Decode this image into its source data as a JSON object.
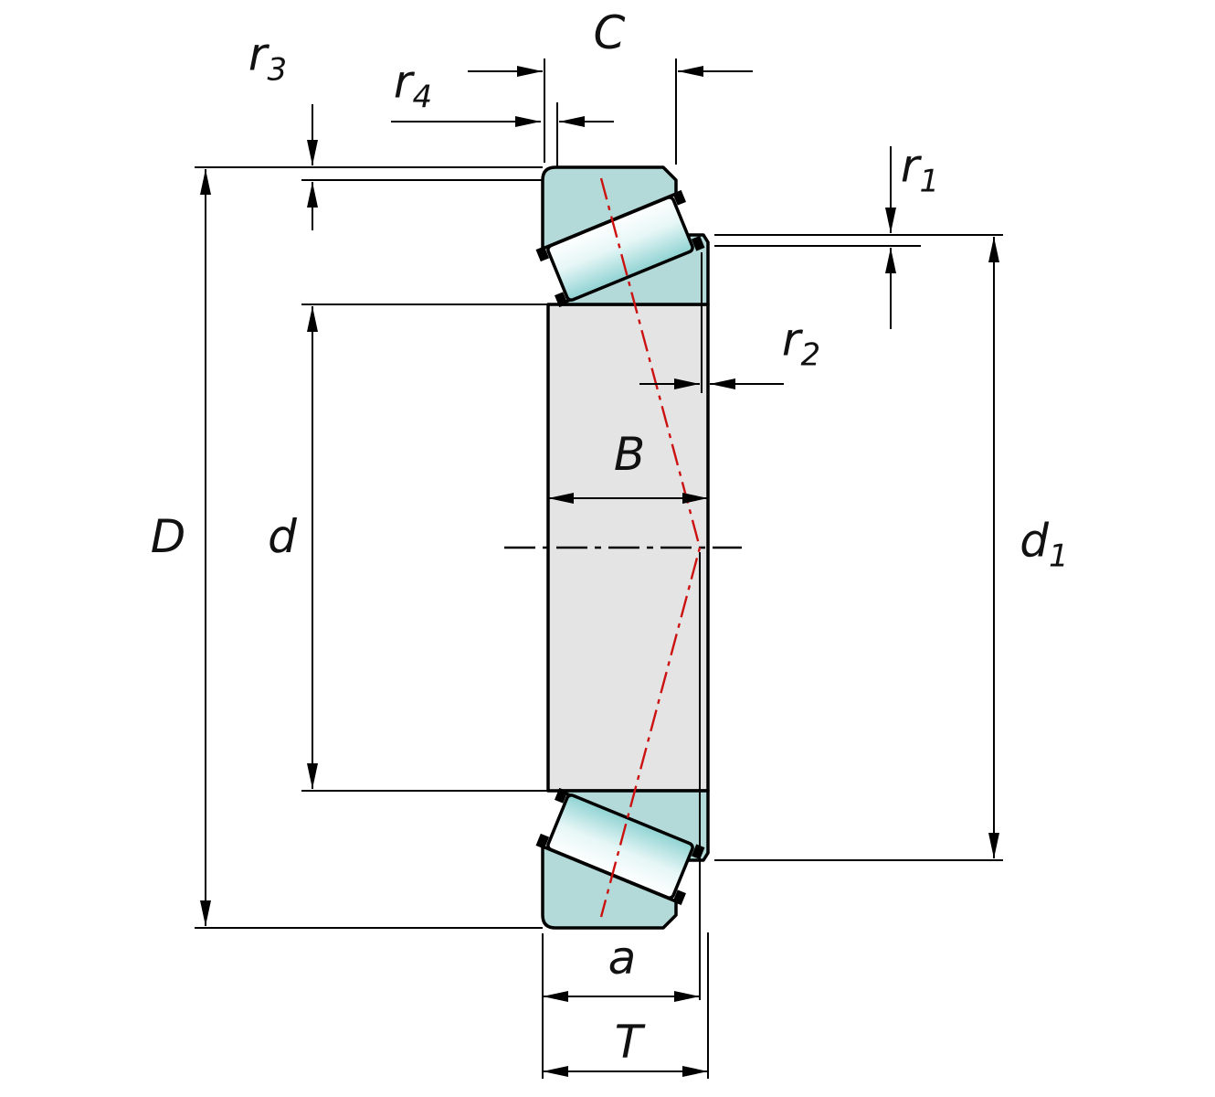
{
  "drawing": {
    "labels": {
      "D": {
        "text": "D"
      },
      "d": {
        "text": "d"
      },
      "d1": {
        "text": "d",
        "sub": "1"
      },
      "B": {
        "text": "B"
      },
      "C": {
        "text": "C"
      },
      "T": {
        "text": "T"
      },
      "a": {
        "text": "a"
      },
      "r1": {
        "text": "r",
        "sub": "1"
      },
      "r2": {
        "text": "r",
        "sub": "2"
      },
      "r3": {
        "text": "r",
        "sub": "3"
      },
      "r4": {
        "text": "r",
        "sub": "4"
      }
    },
    "colors": {
      "ring_fill": "#b3dad8",
      "bore_fill": "#e4e4e4",
      "roller_light": "#ffffff",
      "roller_mid": "#e6f6f6",
      "roller_teal": "#8fd2d2",
      "outline": "#000000",
      "pressure_line": "#cc1111"
    }
  }
}
